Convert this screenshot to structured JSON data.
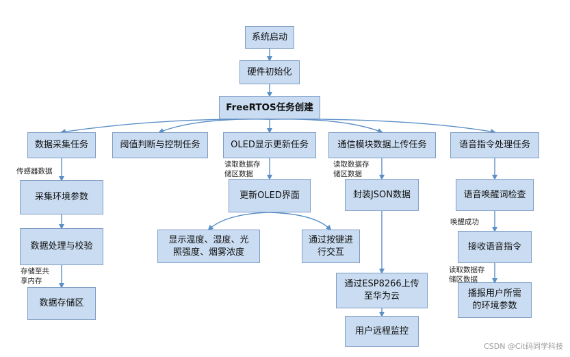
{
  "nodes": {
    "start": "系统启动",
    "hw_init": "硬件初始化",
    "rtos": "FreeRTOS任务创建",
    "task_collect": "数据采集任务",
    "task_threshold": "阈值判断与控制任务",
    "task_oled": "OLED显示更新任务",
    "task_comm": "通信模块数据上传任务",
    "task_voice": "语音指令处理任务",
    "collect_env": "采集环境参数",
    "process_verify": "数据处理与校验",
    "store_area": "数据存储区",
    "oled_update": "更新OLED界面",
    "oled_show": "显示温度、湿度、光\n照强度、烟雾浓度",
    "oled_key": "通过按键进\n行交互",
    "pack_json": "封装JSON数据",
    "esp_upload": "通过ESP8266上传\n至华为云",
    "remote_monitor": "用户远程监控",
    "wake_check": "语音唤醒词检查",
    "recv_cmd": "接收语音指令",
    "broadcast": "播报用户所需\n的环境参数"
  },
  "edge_labels": {
    "sensor_data": "传感器数据",
    "store_shared": "存储至共\n享内存",
    "oled_read": "读取数据存\n储区数据",
    "comm_read": "读取数据存\n储区数据",
    "wake_success": "唤醒成功",
    "voice_read": "读取数据存\n储区数据"
  },
  "watermark": "CSDN @Cit码同学科技",
  "colors": {
    "node_fill": "#c9dcf1",
    "node_border": "#7d9cc4",
    "arrow": "#5b8fc7"
  }
}
